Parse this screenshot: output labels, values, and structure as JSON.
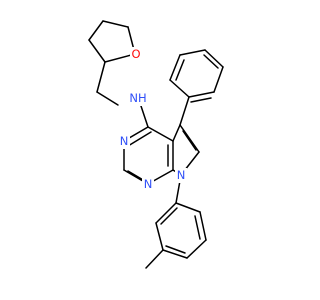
{
  "atoms": [
    {
      "id": "O",
      "label": "O",
      "color": "#ff0d0d"
    },
    {
      "id": "NH",
      "label": "NH",
      "color": "#3050f8"
    },
    {
      "id": "N3",
      "label": "N",
      "color": "#3050f8"
    },
    {
      "id": "N1",
      "label": "N",
      "color": "#3050f8"
    },
    {
      "id": "N7",
      "label": "N",
      "color": "#3050f8"
    }
  ]
}
